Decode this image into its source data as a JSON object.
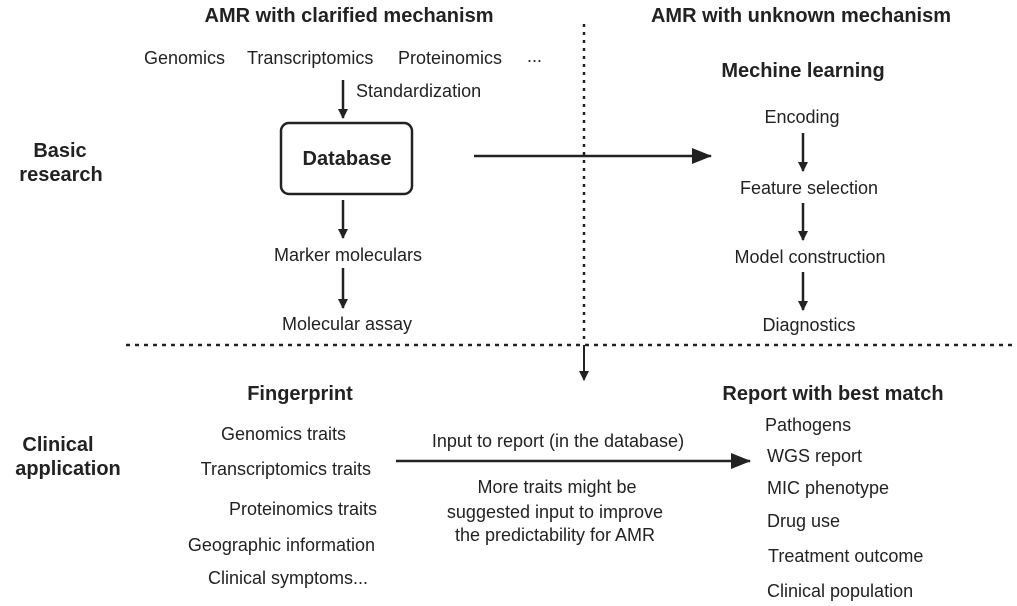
{
  "headers": {
    "left": "AMR with clarified mechanism",
    "right": "AMR with unknown mechanism"
  },
  "rows": {
    "basic": [
      "Basic",
      "research"
    ],
    "clinical": [
      "Clinical",
      "application"
    ]
  },
  "omics": {
    "genomics": "Genomics",
    "transcriptomics": "Transcriptomics",
    "proteinomics": "Proteinomics",
    "ellipsis": "..."
  },
  "left_flow": {
    "standardization": "Standardization",
    "database": "Database",
    "marker": "Marker moleculars",
    "assay": "Molecular assay"
  },
  "ml": {
    "title": "Mechine learning",
    "steps": [
      "Encoding",
      "Feature selection",
      "Model construction",
      "Diagnostics"
    ]
  },
  "fingerprint": {
    "title": "Fingerprint",
    "items": [
      "Genomics traits",
      "Transcriptomics traits",
      "Proteinomics traits",
      "Geographic information",
      "Clinical symptoms..."
    ]
  },
  "middle": {
    "input": "Input  to report (in the database)",
    "note": [
      "More traits might be",
      "suggested input to improve",
      "the predictability for AMR"
    ]
  },
  "report": {
    "title": "Report with best match",
    "items": [
      "Pathogens",
      "WGS report",
      "MIC phenotype",
      "Drug use",
      "Treatment outcome",
      "Clinical population"
    ]
  }
}
